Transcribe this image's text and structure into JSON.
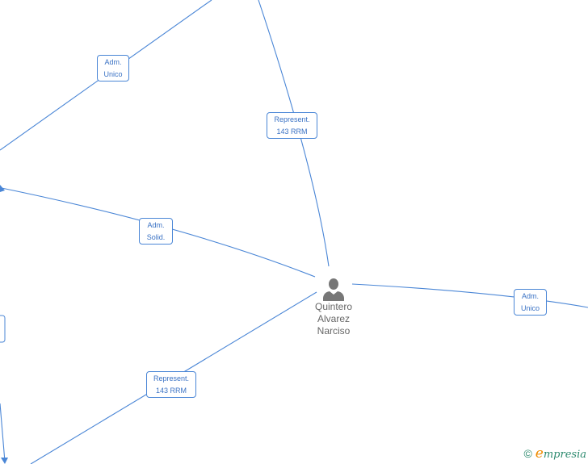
{
  "colors": {
    "edge": "#4a86d6",
    "label_text": "#3a72c4",
    "node_text": "#666666",
    "person_icon": "#777777",
    "brand_e": "#f08c00",
    "brand_text": "#2c8a6e"
  },
  "center_node": {
    "icon": "person-icon",
    "name_lines": [
      "Quintero",
      "Alvarez",
      "Narciso"
    ]
  },
  "edges": [
    {
      "id": "top-left",
      "label_lines": [
        "Adm.",
        "Unico"
      ]
    },
    {
      "id": "top",
      "label_lines": [
        "Represent.",
        "143 RRM"
      ]
    },
    {
      "id": "left",
      "label_lines": [
        "Adm.",
        "Solid."
      ]
    },
    {
      "id": "right",
      "label_lines": [
        "Adm.",
        "Unico"
      ]
    },
    {
      "id": "bottom-left",
      "label_lines": [
        "Represent.",
        "143 RRM"
      ]
    }
  ],
  "watermark": {
    "copyright": "©",
    "brand_first": "e",
    "brand_rest": "mpresia"
  }
}
